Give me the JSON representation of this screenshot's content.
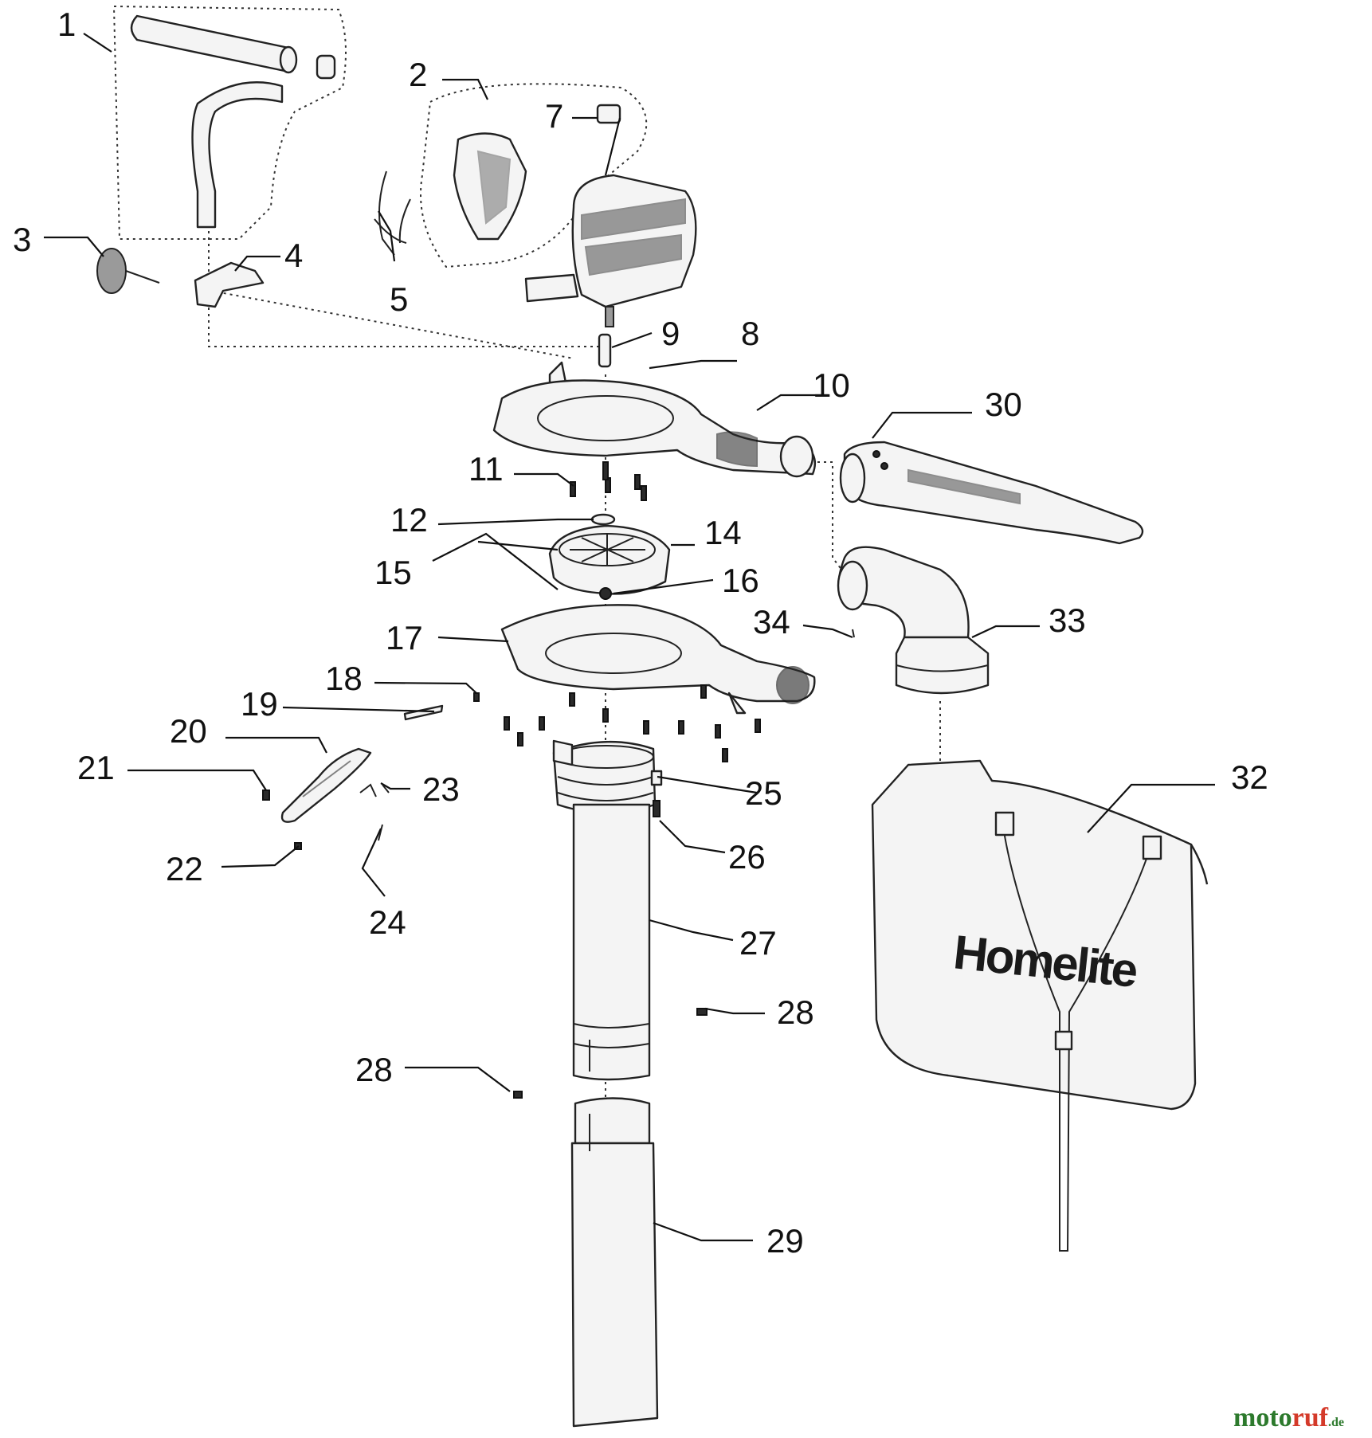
{
  "diagram": {
    "callouts": [
      {
        "id": "c1",
        "label": "1"
      },
      {
        "id": "c2",
        "label": "2"
      },
      {
        "id": "c3",
        "label": "3"
      },
      {
        "id": "c4",
        "label": "4"
      },
      {
        "id": "c5",
        "label": "5"
      },
      {
        "id": "c7",
        "label": "7"
      },
      {
        "id": "c8",
        "label": "8"
      },
      {
        "id": "c9",
        "label": "9"
      },
      {
        "id": "c10",
        "label": "10"
      },
      {
        "id": "c11",
        "label": "11"
      },
      {
        "id": "c12",
        "label": "12"
      },
      {
        "id": "c14",
        "label": "14"
      },
      {
        "id": "c15",
        "label": "15"
      },
      {
        "id": "c16",
        "label": "16"
      },
      {
        "id": "c17",
        "label": "17"
      },
      {
        "id": "c18",
        "label": "18"
      },
      {
        "id": "c19",
        "label": "19"
      },
      {
        "id": "c20",
        "label": "20"
      },
      {
        "id": "c21",
        "label": "21"
      },
      {
        "id": "c22",
        "label": "22"
      },
      {
        "id": "c23",
        "label": "23"
      },
      {
        "id": "c24",
        "label": "24"
      },
      {
        "id": "c25",
        "label": "25"
      },
      {
        "id": "c26",
        "label": "26"
      },
      {
        "id": "c27",
        "label": "27"
      },
      {
        "id": "c28a",
        "label": "28"
      },
      {
        "id": "c28b",
        "label": "28"
      },
      {
        "id": "c29",
        "label": "29"
      },
      {
        "id": "c30",
        "label": "30"
      },
      {
        "id": "c32",
        "label": "32"
      },
      {
        "id": "c33",
        "label": "33"
      },
      {
        "id": "c34",
        "label": "34"
      }
    ],
    "bag_logo": "Homelite",
    "watermark": {
      "prefix": "moto",
      "middle": "ruf",
      "suffix": ".de"
    },
    "colors": {
      "line": "#222222",
      "wm_main": "#2d7a2d",
      "wm_accent": "#d43a2a"
    }
  }
}
